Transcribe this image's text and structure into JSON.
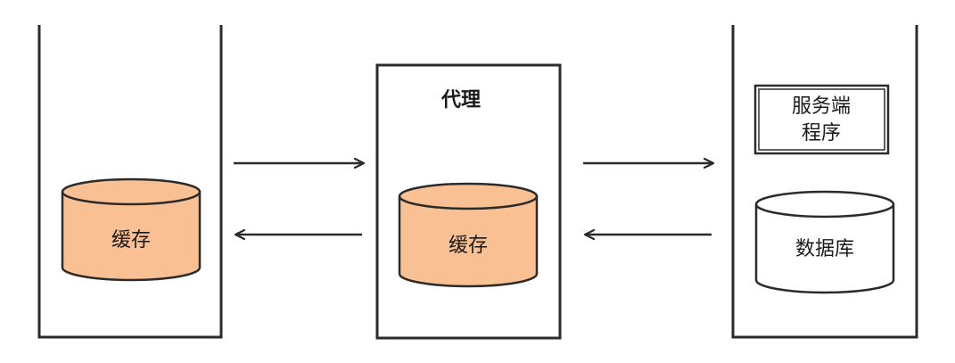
{
  "client": {
    "cache_label": "缓存"
  },
  "proxy": {
    "title": "代理",
    "cache_label": "缓存"
  },
  "server": {
    "program_label_line1": "服务端",
    "program_label_line2": "程序",
    "database_label": "数据库"
  },
  "colors": {
    "line": "#2b2b2b",
    "cache_fill": "#f9c193",
    "database_fill": "#ffffff",
    "background": "#ffffff"
  }
}
